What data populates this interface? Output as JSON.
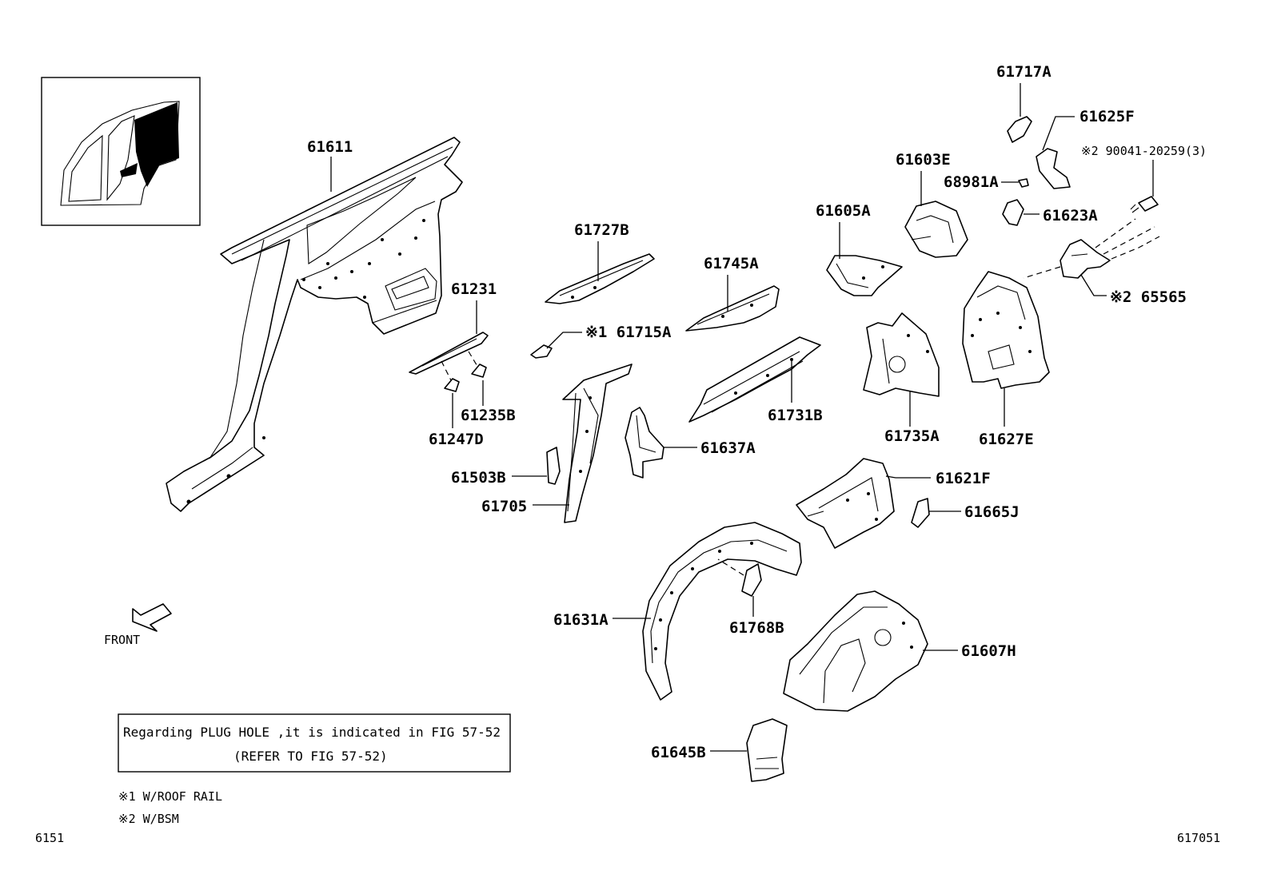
{
  "callouts": {
    "p61611": "61611",
    "p61231": "61231",
    "p61235B": "61235B",
    "p61247D": "61247D",
    "p61727B": "61727B",
    "p61715A": "※1 61715A",
    "p61745A": "61745A",
    "p61731B": "61731B",
    "p61637A": "61637A",
    "p61503B": "61503B",
    "p61705": "61705",
    "p61605A": "61605A",
    "p61603E": "61603E",
    "p61735A": "61735A",
    "p61717A": "61717A",
    "p61625F": "61625F",
    "p90041": "※2 90041-20259(3)",
    "p68981A": "68981A",
    "p61623A": "61623A",
    "p65565": "※2 65565",
    "p61627E": "61627E",
    "p61621F": "61621F",
    "p61665J": "61665J",
    "p61631A": "61631A",
    "p61768B": "61768B",
    "p61607H": "61607H",
    "p61645B": "61645B"
  },
  "front_label": "FRONT",
  "note_line1": "Regarding PLUG HOLE ,it is indicated in FIG 57-52",
  "note_line2": "(REFER TO FIG 57-52)",
  "footnote1": "※1 W/ROOF RAIL",
  "footnote2": "※2 W/BSM",
  "corner_left": "6151",
  "corner_right": "617051"
}
